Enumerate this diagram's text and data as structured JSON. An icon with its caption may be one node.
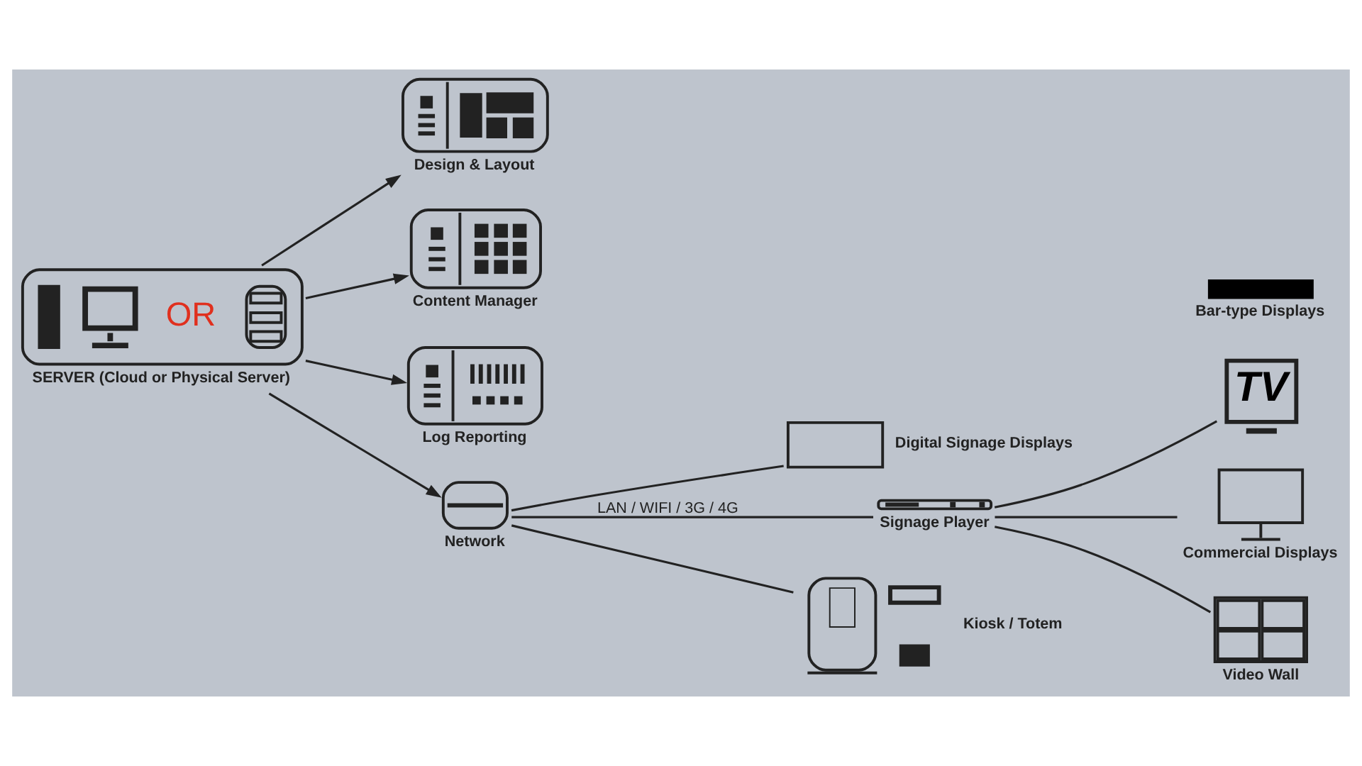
{
  "diagram": {
    "nodes": [
      {
        "text": [
          "Design & Layout"
        ]
      },
      {
        "text": [
          "Content Manager"
        ]
      },
      {
        "text": [
          "Log Reporting"
        ]
      },
      {
        "text": [
          "OR",
          "SERVER (Cloud or Physical Server)"
        ]
      },
      {
        "text": [
          "Network"
        ]
      },
      {
        "text": [
          "Digital Signage Displays"
        ]
      },
      {
        "text": [
          "Signage Player"
        ]
      },
      {
        "text": [
          "TV"
        ]
      },
      {
        "text": [
          "Commercial Displays"
        ]
      },
      {
        "text": [
          "Bar-type Displays"
        ]
      },
      {
        "text": [
          "Video Wall"
        ]
      },
      {
        "text": [
          "Kiosk / Totem"
        ]
      }
    ],
    "edges": [
      {
        "from": 3,
        "to": 0,
        "arrow": "to"
      },
      {
        "from": 3,
        "to": 1,
        "arrow": "to"
      },
      {
        "from": 3,
        "to": 2,
        "arrow": "to"
      },
      {
        "from": 3,
        "to": 4,
        "arrow": "to"
      },
      {
        "from": 4,
        "to": 5,
        "arrow": "none"
      },
      {
        "from": 4,
        "to": 6,
        "arrow": "none",
        "label": "LAN / WIFI / 3G / 4G"
      },
      {
        "from": 4,
        "to": 11,
        "arrow": "none"
      },
      {
        "from": 6,
        "to": 7,
        "arrow": "none"
      },
      {
        "from": 6,
        "to": 8,
        "arrow": "none"
      },
      {
        "from": 6,
        "to": 10,
        "arrow": "none"
      }
    ]
  }
}
